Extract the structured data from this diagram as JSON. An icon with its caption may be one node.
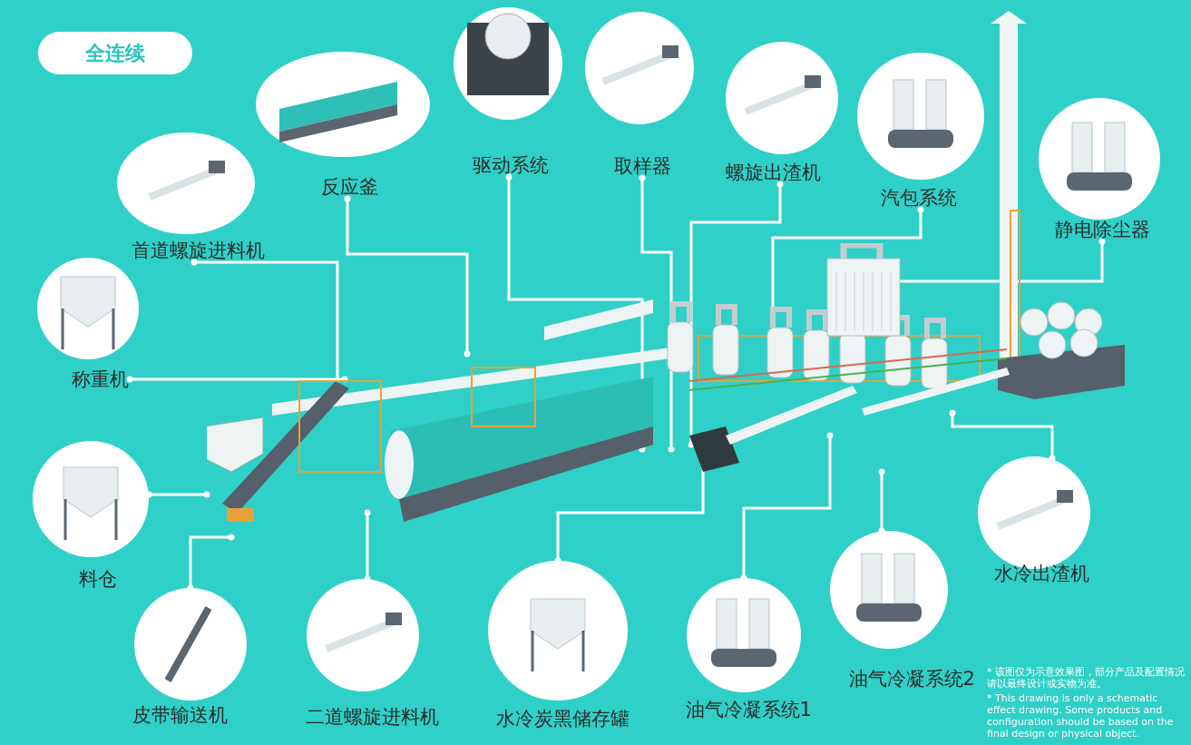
{
  "diagram": {
    "nodes": [
      {
        "text": [
          "全连续"
        ]
      },
      {
        "text": [
          "首道螺旋进料机"
        ]
      },
      {
        "text": [
          "反应釜"
        ]
      },
      {
        "text": [
          "驱动系统"
        ]
      },
      {
        "text": [
          "取样器"
        ]
      },
      {
        "text": [
          "螺旋出渣机"
        ]
      },
      {
        "text": [
          "汽包系统"
        ]
      },
      {
        "text": [
          "静电除尘器"
        ]
      },
      {
        "text": [
          "称重机"
        ]
      },
      {
        "text": [
          "料仓"
        ]
      },
      {
        "text": [
          "皮带输送机"
        ]
      },
      {
        "text": [
          "二道螺旋进料机"
        ]
      },
      {
        "text": [
          "水冷炭黑储存罐"
        ]
      },
      {
        "text": [
          "油气冷凝系统1"
        ]
      },
      {
        "text": [
          "油气冷凝系统2"
        ]
      },
      {
        "text": [
          "水冷出渣机"
        ]
      },
      {
        "text": [],
        "shape": "picture"
      }
    ],
    "edges": [
      {
        "from": 1,
        "to": 16,
        "arrow": "other"
      },
      {
        "from": 2,
        "to": 16,
        "arrow": "other"
      },
      {
        "from": 3,
        "to": 16,
        "arrow": "other"
      },
      {
        "from": 4,
        "to": 16,
        "arrow": "other"
      },
      {
        "from": 5,
        "to": 16,
        "arrow": "other"
      },
      {
        "from": 6,
        "to": 16,
        "arrow": "other"
      },
      {
        "from": 7,
        "to": 16,
        "arrow": "other"
      },
      {
        "from": 8,
        "to": 16,
        "arrow": "other"
      },
      {
        "from": 9,
        "to": 16,
        "arrow": "other"
      },
      {
        "from": 10,
        "to": 16,
        "arrow": "other"
      },
      {
        "from": 11,
        "to": 16,
        "arrow": "other"
      },
      {
        "from": 12,
        "to": 16,
        "arrow": "other"
      },
      {
        "from": 13,
        "to": 16,
        "arrow": "other"
      },
      {
        "from": 14,
        "to": 16,
        "arrow": "other"
      },
      {
        "from": 15,
        "to": 16,
        "arrow": "other"
      }
    ],
    "labels": [
      "* 该图仅为示意效果图，部分产品及配置情况请以最终设计或实物为准。",
      "* This drawing is only a schematic effect drawing. Some products and configuration should be based on the final design or physical object."
    ]
  }
}
